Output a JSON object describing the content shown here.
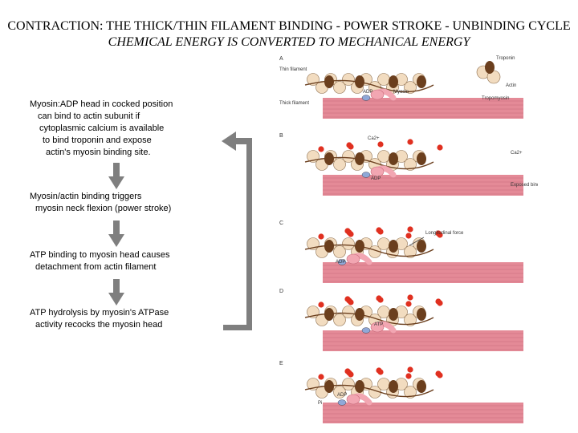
{
  "title": "CONTRACTION: THE THICK/THIN FILAMENT BINDING - POWER STROKE - UNBINDING CYCLE",
  "subtitle": "CHEMICAL ENERGY IS CONVERTED TO MECHANICAL ENERGY",
  "steps": [
    {
      "lines": [
        "Myosin:ADP head in cocked position",
        "can bind to actin subunit if",
        "cytoplasmic calcium is available",
        "to bind troponin and expose",
        "actin's myosin binding site."
      ]
    },
    {
      "lines": [
        "Myosin/actin binding triggers",
        "myosin neck flexion (power stroke)"
      ]
    },
    {
      "lines": [
        "ATP binding to myosin head causes",
        "detachment from actin filament"
      ]
    },
    {
      "lines": [
        "ATP hydrolysis by myosin's ATPase",
        "activity recocks the myosin head"
      ]
    }
  ],
  "figure": {
    "panels": [
      {
        "letter": "A",
        "labels": [
          "Thin filament",
          "Thick filament",
          "ADP",
          "Myosin",
          "Troponin",
          "Actin",
          "Tropomyosin"
        ]
      },
      {
        "letter": "B",
        "labels": [
          "Ca2+",
          "ADP",
          "Ca2+",
          "Exposed binding site"
        ]
      },
      {
        "letter": "C",
        "labels": [
          "Longitudinal force",
          "ADP"
        ]
      },
      {
        "letter": "D",
        "labels": [
          "ATP"
        ]
      },
      {
        "letter": "E",
        "labels": [
          "ADP",
          "Pi"
        ]
      }
    ]
  },
  "colors": {
    "arrow": "#7f7f7f",
    "actin": "#f2dcc0",
    "troponin": "#6b3f1e",
    "calcium": "#e03020",
    "thick_filament": "#e48a97",
    "myosin_head": "#f2a6b2",
    "adp": "#8fa8d8"
  }
}
